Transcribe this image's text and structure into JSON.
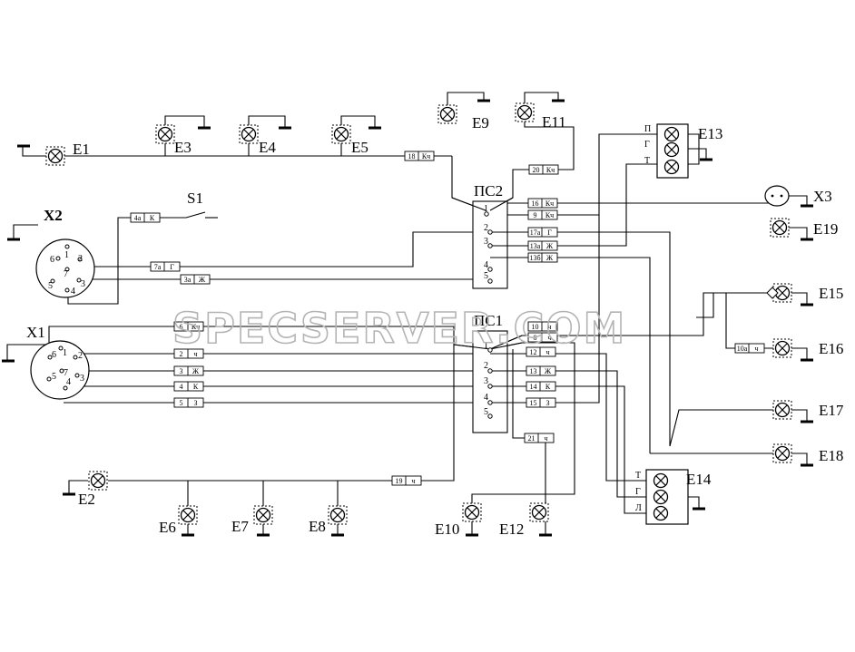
{
  "lamps": [
    "E1",
    "E2",
    "E3",
    "E4",
    "E5",
    "E6",
    "E7",
    "E8",
    "E9",
    "E10",
    "E11",
    "E12",
    "E13",
    "E14",
    "E15",
    "E16",
    "E17",
    "E18",
    "E19"
  ],
  "connectors": {
    "x1": "X1",
    "x2": "X2",
    "x3": "X3",
    "s1": "S1",
    "ps1": "ПС1",
    "ps2": "ПС2"
  },
  "x1_pins": [
    "1",
    "2",
    "3",
    "4",
    "5",
    "6",
    "7"
  ],
  "x2_pins": [
    "1",
    "2",
    "3",
    "4",
    "5",
    "6",
    "7"
  ],
  "ps2_pins": [
    "1",
    "2",
    "3",
    "4",
    "5"
  ],
  "ps1_pins": [
    "1",
    "2",
    "3",
    "4",
    "5"
  ],
  "e13_pins": [
    "П",
    "Г",
    "Т"
  ],
  "e14_pins": [
    "Т",
    "Г",
    "Л"
  ],
  "wire_tags": [
    {
      "n": "18",
      "c": "Кч"
    },
    {
      "n": "20",
      "c": "Кч"
    },
    {
      "n": "16",
      "c": "Кч"
    },
    {
      "n": "9",
      "c": "Кч"
    },
    {
      "n": "17а",
      "c": "Г"
    },
    {
      "n": "13а",
      "c": "Ж"
    },
    {
      "n": "13б",
      "c": "Ж"
    },
    {
      "n": "4а",
      "c": "К"
    },
    {
      "n": "7а",
      "c": "Г"
    },
    {
      "n": "3а",
      "c": "Ж"
    },
    {
      "n": "6",
      "c": "Кч"
    },
    {
      "n": "2",
      "c": "ч"
    },
    {
      "n": "3",
      "c": "Ж"
    },
    {
      "n": "4",
      "c": "К"
    },
    {
      "n": "5",
      "c": "З"
    },
    {
      "n": "10",
      "c": "ч"
    },
    {
      "n": "8",
      "c": "ч"
    },
    {
      "n": "12",
      "c": "ч"
    },
    {
      "n": "13",
      "c": "Ж"
    },
    {
      "n": "14",
      "c": "К"
    },
    {
      "n": "15",
      "c": "З"
    },
    {
      "n": "21",
      "c": "ч"
    },
    {
      "n": "19",
      "c": "ч"
    },
    {
      "n": "10а",
      "c": "ч"
    }
  ],
  "watermark": "SPECSERVER.COM"
}
